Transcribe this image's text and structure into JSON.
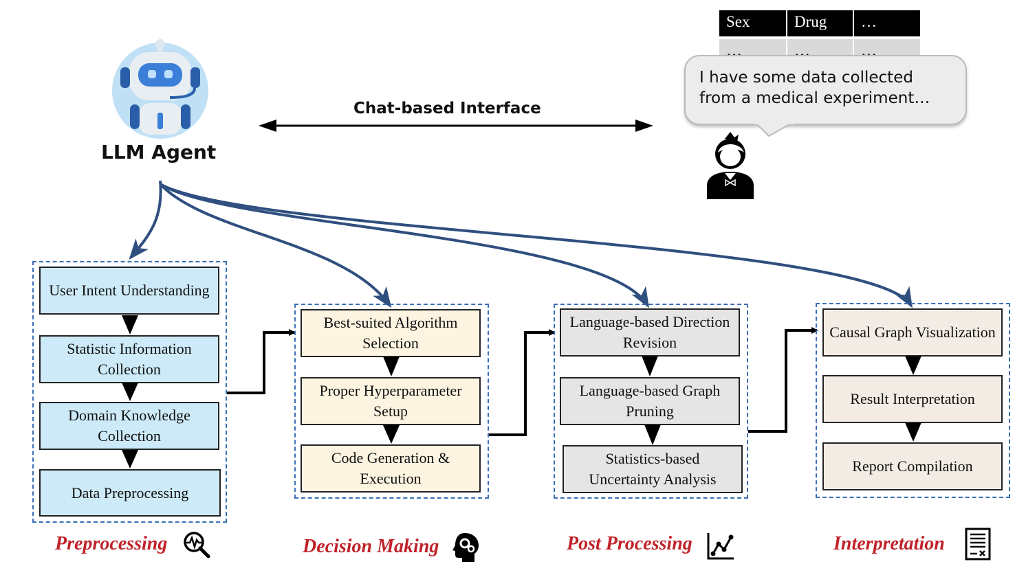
{
  "agent": {
    "label": "LLM Agent"
  },
  "chat": {
    "label": "Chat-based Interface",
    "bubble_line1": "I have some data collected",
    "bubble_line2": "from a medical experiment…"
  },
  "data_table": {
    "headers": [
      "Sex",
      "Drug",
      "…"
    ],
    "row": [
      "…",
      "…",
      "…"
    ]
  },
  "stages": [
    {
      "name": "Preprocessing",
      "icon": "heartbeat-magnifier-icon",
      "steps": [
        "User Intent Understanding",
        "Statistic Information Collection",
        "Domain Knowledge Collection",
        "Data Preprocessing"
      ]
    },
    {
      "name": "Decision Making",
      "icon": "head-gears-icon",
      "steps": [
        "Best-suited Algorithm Selection",
        "Proper Hyperparameter Setup",
        "Code Generation & Execution"
      ]
    },
    {
      "name": "Post Processing",
      "icon": "line-chart-icon",
      "steps": [
        "Language-based Direction Revision",
        "Language-based Graph Pruning",
        "Statistics-based Uncertainty Analysis"
      ]
    },
    {
      "name": "Interpretation",
      "icon": "report-document-icon",
      "steps": [
        "Causal Graph Visualization",
        "Result Interpretation",
        "Report Compilation"
      ]
    }
  ],
  "colors": {
    "stage_label": "#c0222a",
    "group_border": "#3b6fb6",
    "agent_arrow": "#2f4f7f",
    "preprocessing_fill": "#cdeaf8",
    "decision_fill": "#fdf4e1",
    "postprocessing_fill": "#e5e5e5",
    "interpretation_fill": "#f3ece4"
  }
}
